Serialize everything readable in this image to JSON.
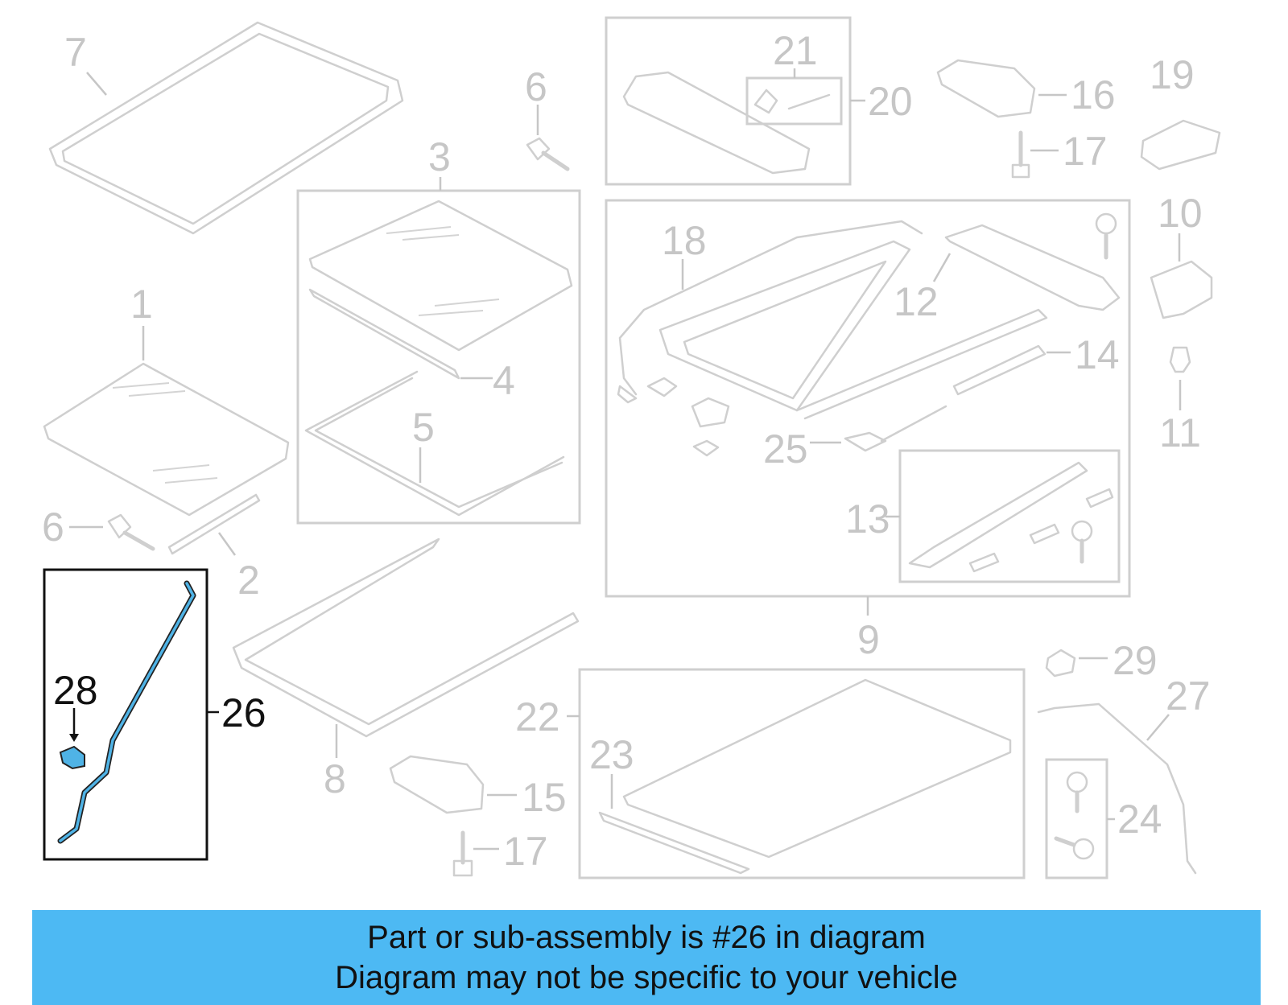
{
  "callouts": {
    "c1": "1",
    "c2": "2",
    "c3": "3",
    "c4": "4",
    "c5": "5",
    "c6a": "6",
    "c6b": "6",
    "c7": "7",
    "c8": "8",
    "c9": "9",
    "c10": "10",
    "c11": "11",
    "c12": "12",
    "c13": "13",
    "c14": "14",
    "c15": "15",
    "c16": "16",
    "c17a": "17",
    "c17b": "17",
    "c18": "18",
    "c19": "19",
    "c20": "20",
    "c21": "21",
    "c22": "22",
    "c23": "23",
    "c24": "24",
    "c25": "25",
    "c26": "26",
    "c27": "27",
    "c28": "28",
    "c29": "29"
  },
  "banner": {
    "line1": "Part or sub-assembly is #26 in diagram",
    "line2": "Diagram may not be specific to your vehicle"
  },
  "colors": {
    "highlight_part": "#4fb3e6",
    "banner_bg": "#4db9f3",
    "faded_lines": "#cfcfcf"
  }
}
